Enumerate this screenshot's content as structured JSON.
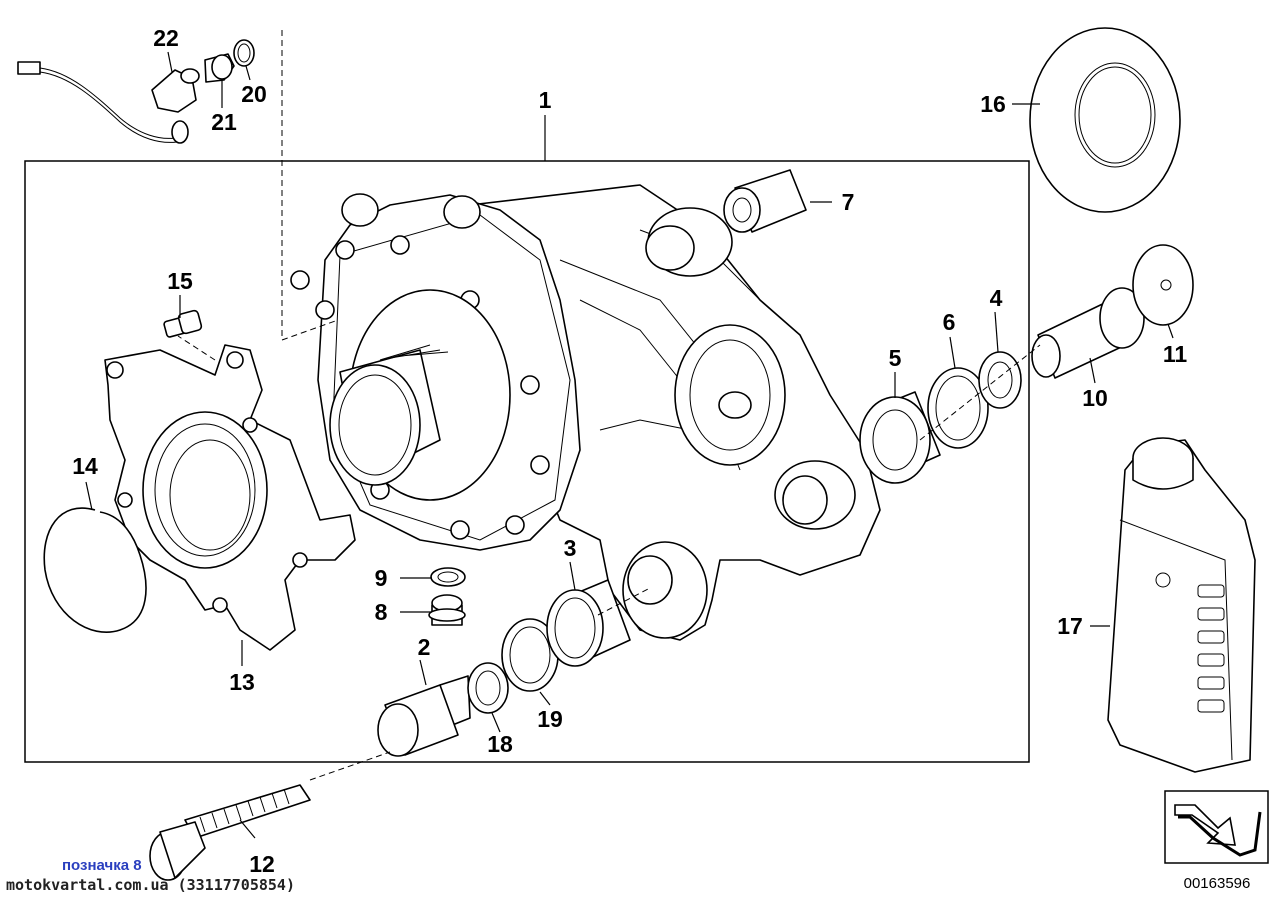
{
  "labels": {
    "p1": "1",
    "p2": "2",
    "p3": "3",
    "p4": "4",
    "p5": "5",
    "p6": "6",
    "p7": "7",
    "p8": "8",
    "p9": "9",
    "p10": "10",
    "p11": "11",
    "p12": "12",
    "p13": "13",
    "p14": "14",
    "p15": "15",
    "p16": "16",
    "p17": "17",
    "p18": "18",
    "p19": "19",
    "p20": "20",
    "p21": "21",
    "p22": "22"
  },
  "footer": {
    "note": "позначка 8",
    "watermark": "motokvartal.com.ua (33117705854)",
    "code": "00163596"
  },
  "colors": {
    "note": "#2a3fbf",
    "line": "#000000"
  }
}
